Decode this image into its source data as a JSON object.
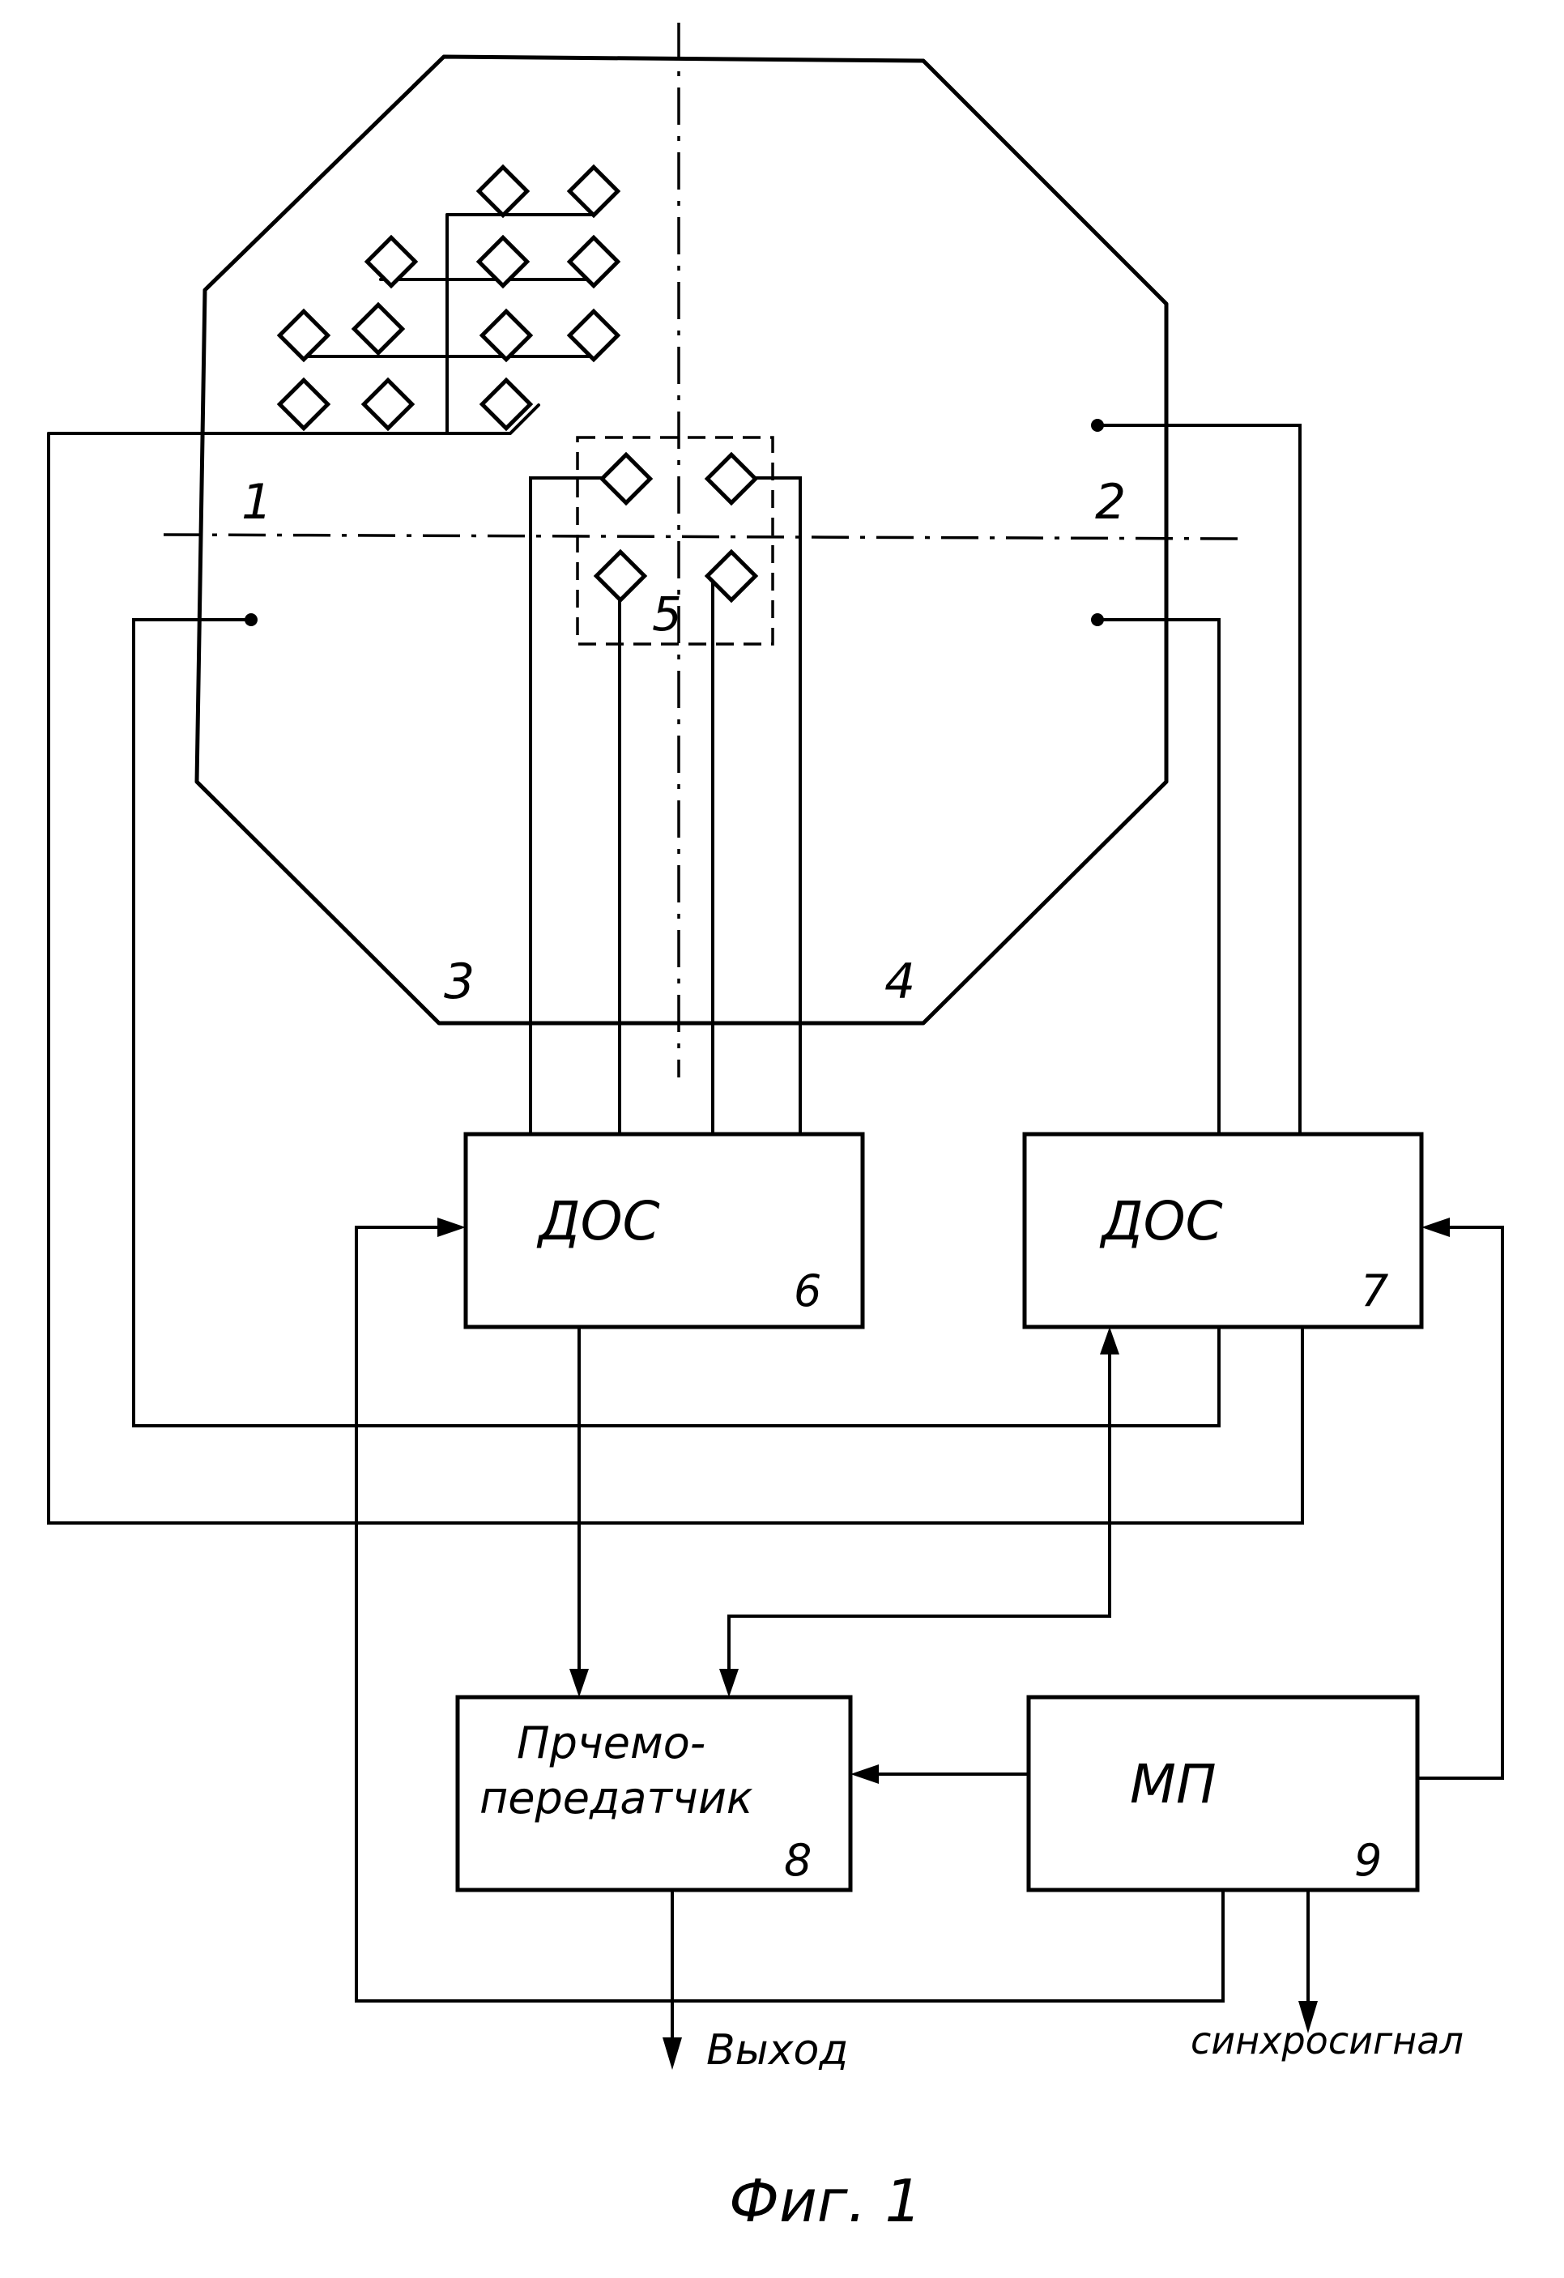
{
  "diagram": {
    "zone_labels": [
      "1",
      "2",
      "3",
      "4",
      "5"
    ],
    "blocks": {
      "dos_left": {
        "name": "ДОС",
        "number": "6"
      },
      "dos_right": {
        "name": "ДОС",
        "number": "7"
      },
      "transceiver": {
        "line1": "Прчемо-",
        "line2": "передатчик",
        "number": "8"
      },
      "mp": {
        "name": "МП",
        "number": "9"
      }
    },
    "outputs": {
      "exit": "Выход",
      "sync": "синхросигнал"
    },
    "caption": "Фиг. 1"
  }
}
